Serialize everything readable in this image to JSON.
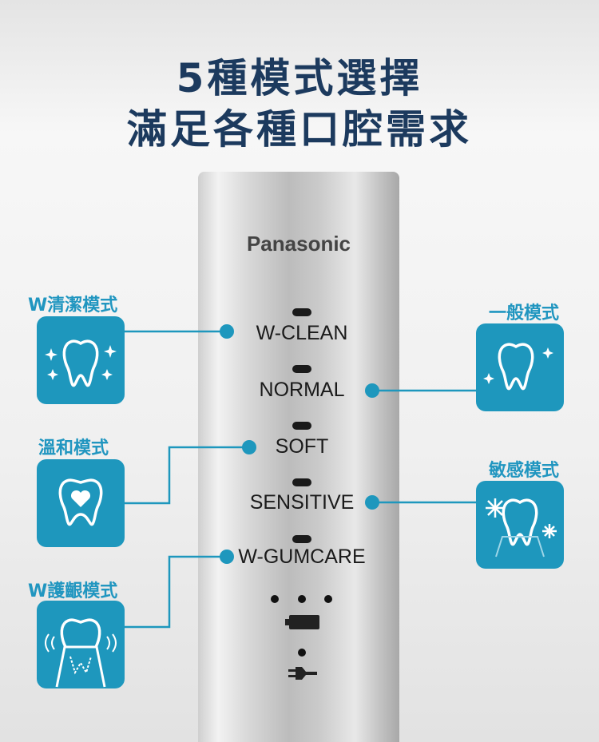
{
  "title": {
    "line1": "5種模式選擇",
    "line2": "滿足各種口腔需求"
  },
  "brand": "Panasonic",
  "modes": [
    "W-CLEAN",
    "NORMAL",
    "SOFT",
    "SENSITIVE",
    "W-GUMCARE"
  ],
  "labels": {
    "wclean": "W清潔模式",
    "normal": "一般模式",
    "soft": "溫和模式",
    "sensitive": "敏感模式",
    "gumcare": "W護齦模式"
  },
  "colors": {
    "accent": "#1e97bd",
    "title": "#1c3a5e"
  }
}
